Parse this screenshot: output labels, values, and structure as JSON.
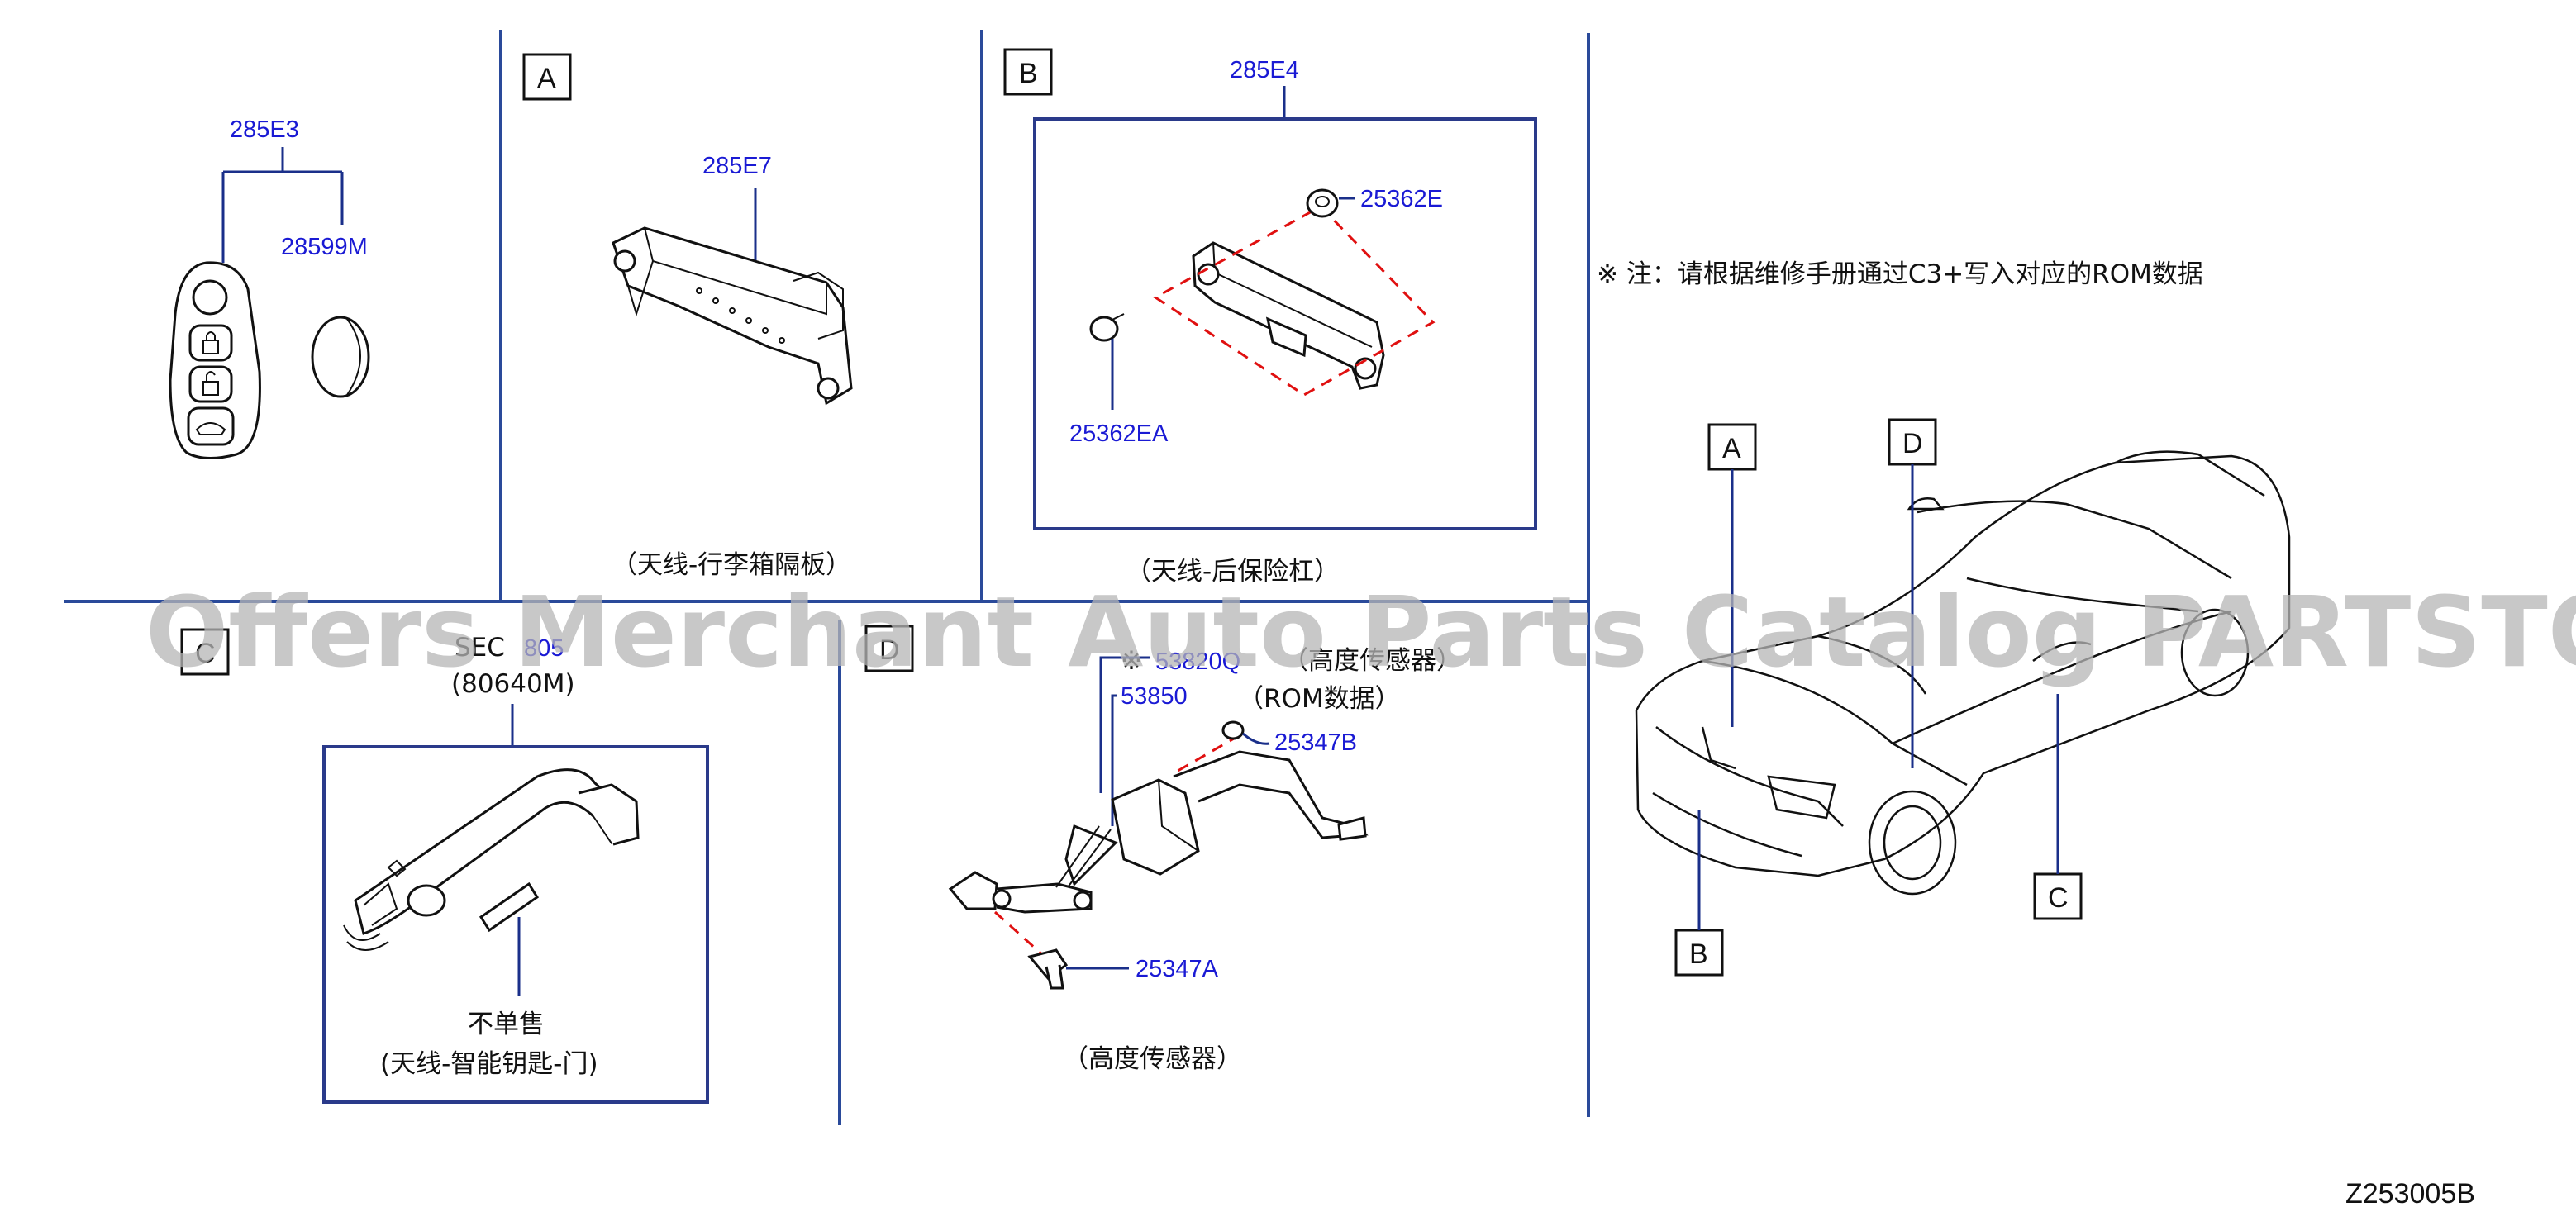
{
  "panels": {
    "key": {
      "parts": [
        "285E3",
        "28599M"
      ]
    },
    "A": {
      "letter": "A",
      "part": "285E7",
      "caption": "（天线-行李箱隔板）"
    },
    "B": {
      "letter": "B",
      "part_top": "285E4",
      "parts": [
        "25362E",
        "25362EA"
      ],
      "caption": "（天线-后保险杠）"
    },
    "C": {
      "letter": "C",
      "code_prefix": "SEC",
      "code_suffix": "805",
      "code_sub": "(80640M)",
      "not_sold": "不单售",
      "caption": "(天线-智能钥匙-门)"
    },
    "D": {
      "letter": "D",
      "mark": "※",
      "part_53820": "53820Q",
      "part_53820_note": "（高度传感器）",
      "rom_note": "（ROM数据）",
      "part_53850": "53850",
      "part_25347B": "25347B",
      "part_25347A": "25347A",
      "caption": "（高度传感器）"
    },
    "overview": {
      "note": "※ 注：请根据维修手册通过C3+写入对应的ROM数据",
      "callouts": [
        "A",
        "D",
        "B",
        "C"
      ]
    }
  },
  "watermark": "Offers Merchant Auto Parts Catalog PARTSTORE.SA",
  "figure_code": "Z253005B",
  "colors": {
    "label": "#1a1ad4",
    "divider": "#2a4a9a",
    "dashed": "#e01010"
  }
}
